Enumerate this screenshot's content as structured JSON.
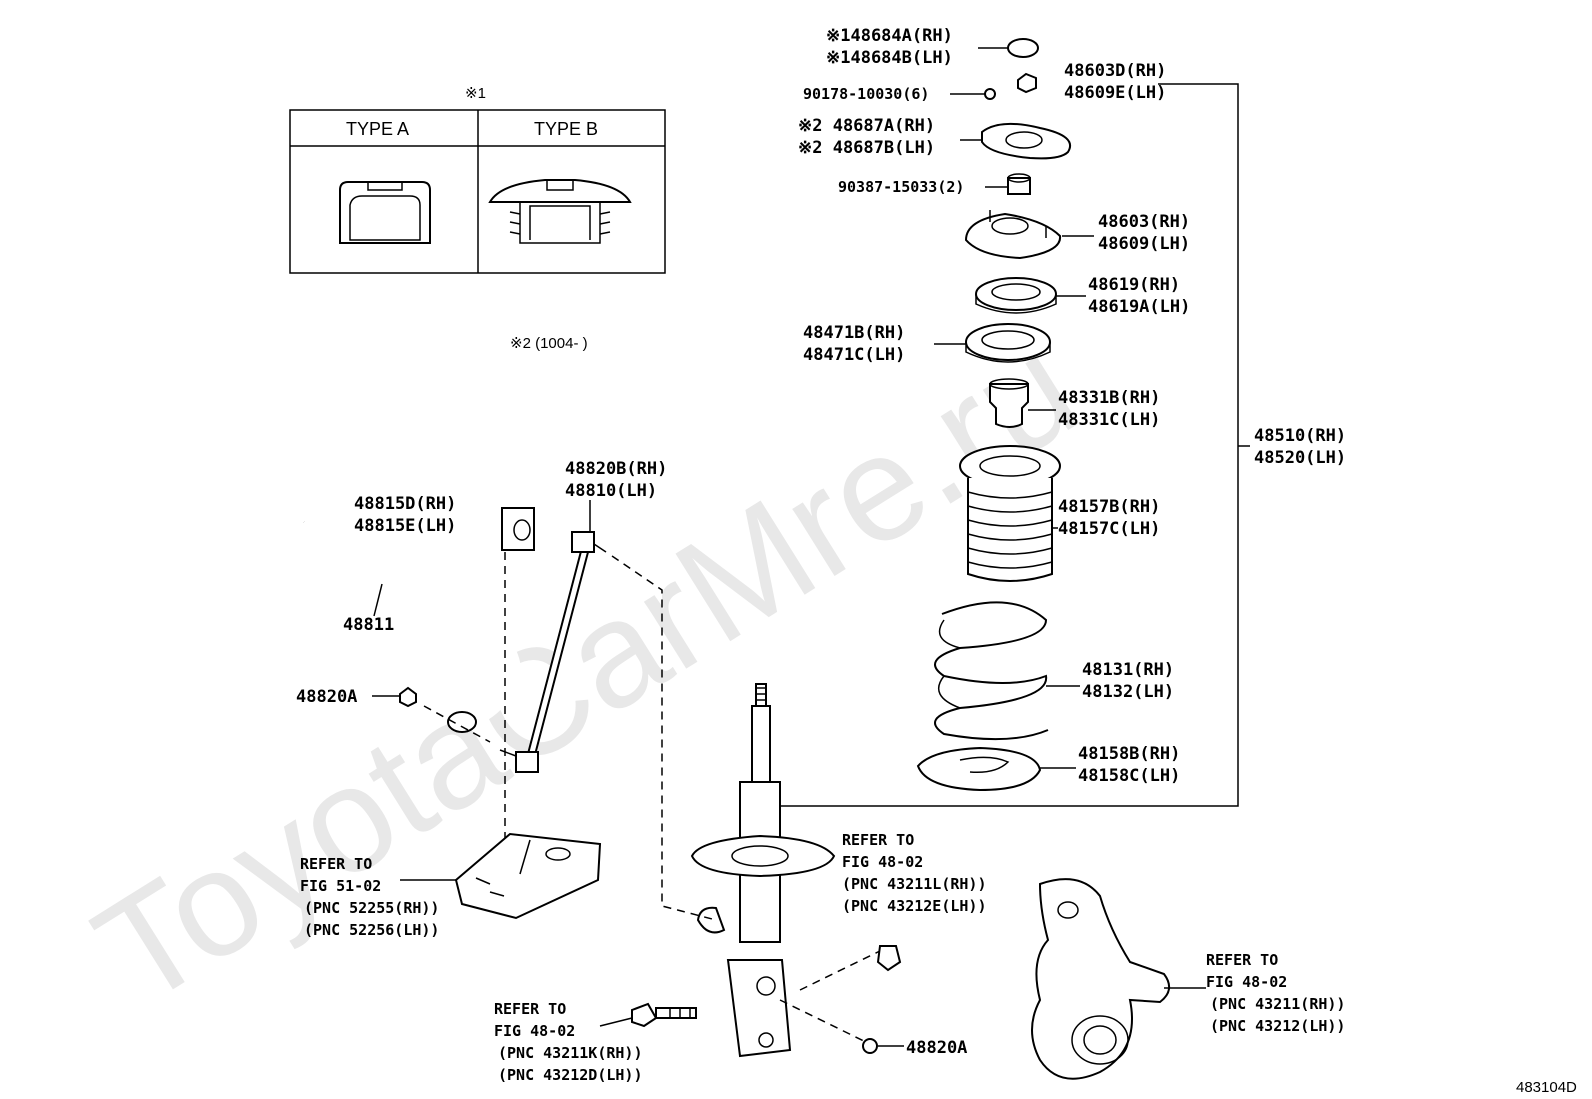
{
  "watermark": "ToyotaCarMre.ru",
  "diagram_code": "483104D",
  "note1": {
    "mark": "※1",
    "type_a": "TYPE A",
    "type_b": "TYPE B"
  },
  "note2": "※2 (1004-     )",
  "labels": {
    "p48684": [
      "※148684A(RH)",
      "※148684B(LH)"
    ],
    "p48603d": [
      "48603D(RH)",
      "48609E(LH)"
    ],
    "p90178": "90178-10030(6)",
    "p48687": [
      "※2 48687A(RH)",
      "※2 48687B(LH)"
    ],
    "p90387": "90387-15033(2)",
    "p48603": [
      "48603(RH)",
      "48609(LH)"
    ],
    "p48619": [
      "48619(RH)",
      "48619A(LH)"
    ],
    "p48471": [
      "48471B(RH)",
      "48471C(LH)"
    ],
    "p48331": [
      "48331B(RH)",
      "48331C(LH)"
    ],
    "p48510": [
      "48510(RH)",
      "48520(LH)"
    ],
    "p48157": [
      "48157B(RH)",
      "48157C(LH)"
    ],
    "p48131": [
      "48131(RH)",
      "48132(LH)"
    ],
    "p48158": [
      "48158B(RH)",
      "48158C(LH)"
    ],
    "p48820b": [
      "48820B(RH)",
      "48810(LH)"
    ],
    "p48815": [
      "48815D(RH)",
      "48815E(LH)"
    ],
    "p48811": "48811",
    "p48820a_top": "48820A",
    "p48820a_bot": "48820A"
  },
  "refs": {
    "fig51": [
      "REFER TO",
      "FIG 51-02",
      "(PNC 52255(RH))",
      "(PNC 52256(LH))"
    ],
    "fig48_top": [
      "REFER TO",
      "FIG 48-02",
      "(PNC 43211L(RH))",
      "(PNC 43212E(LH))"
    ],
    "fig48_bolt": [
      "REFER TO",
      "FIG 48-02",
      "(PNC 43211K(RH))",
      "(PNC 43212D(LH))"
    ],
    "fig48_knuckle": [
      "REFER TO",
      "FIG 48-02",
      "(PNC 43211(RH))",
      "(PNC 43212(LH))"
    ]
  }
}
